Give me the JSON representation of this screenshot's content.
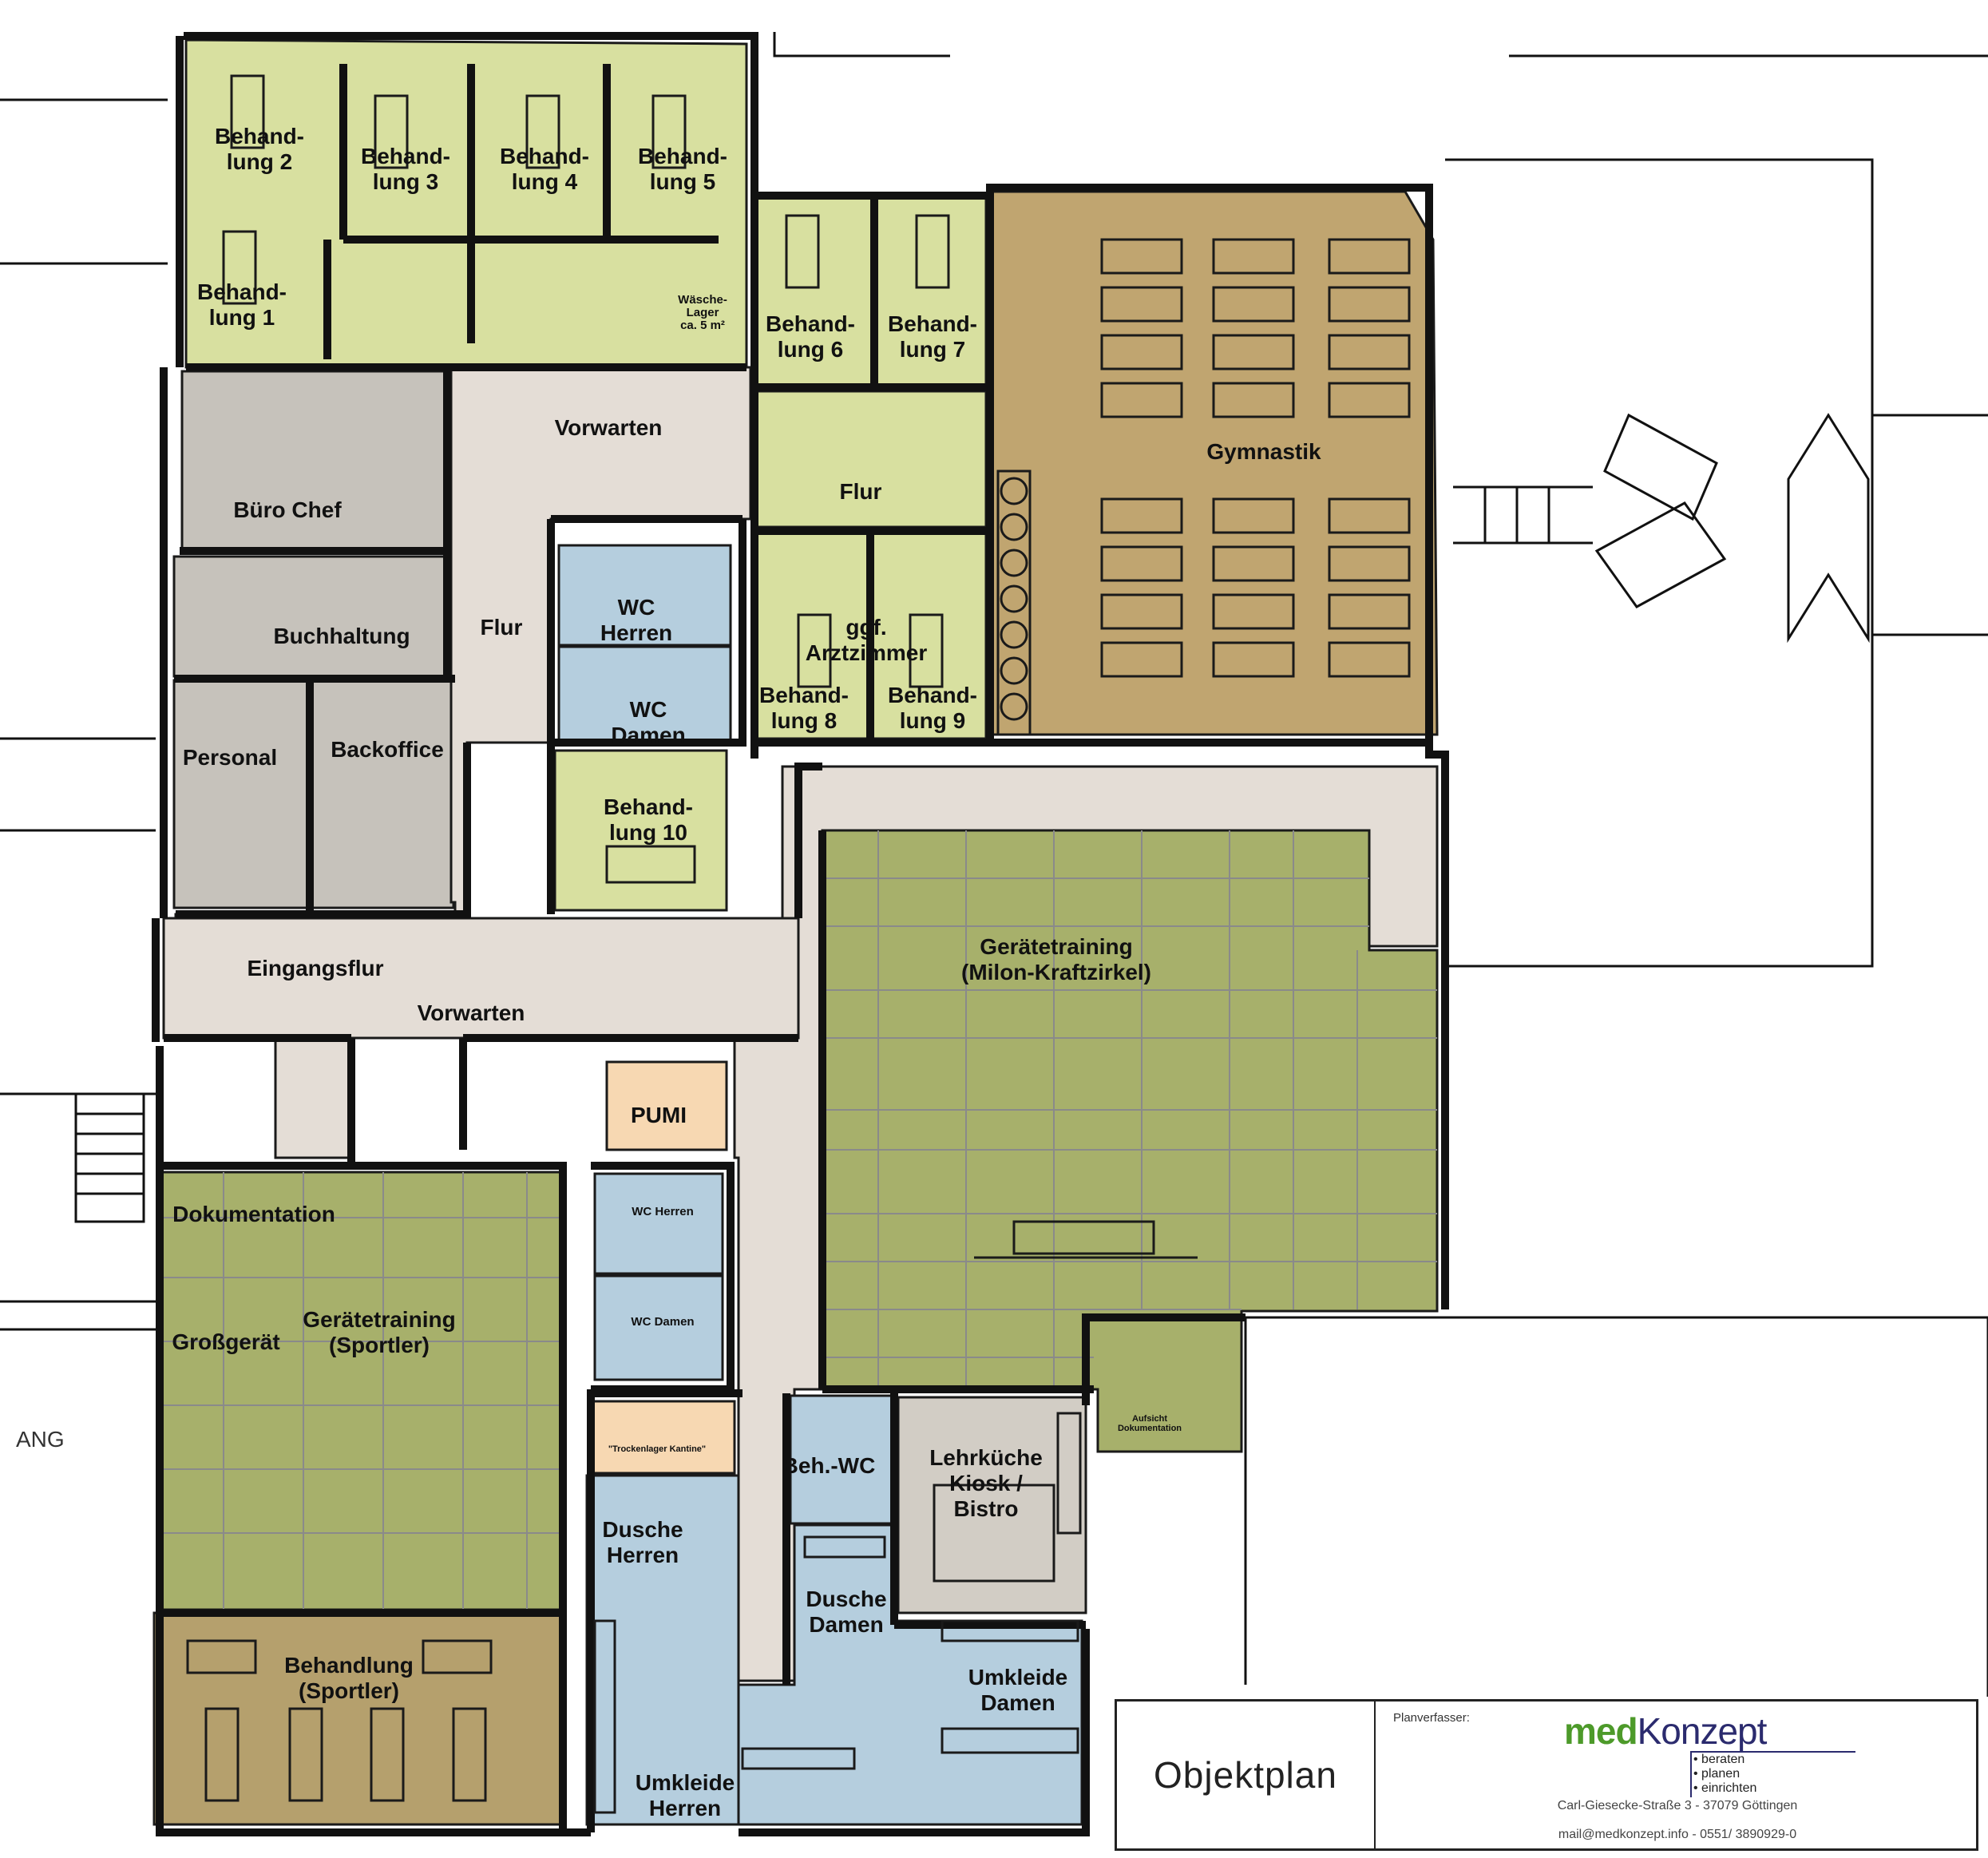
{
  "colors": {
    "treatment": "#d8e0a0",
    "gym_brown": "#c0a570",
    "training_green": "#a7b06b",
    "office_grey": "#c6c2bb",
    "corridor": "#e4ddd6",
    "sanitary_blue": "#b5cede",
    "peach": "#f7d8b2",
    "kitchen": "#d2cdc5"
  },
  "rooms": {
    "behandlung_2": [
      "Behand-",
      "lung 2"
    ],
    "behandlung_3": [
      "Behand-",
      "lung 3"
    ],
    "behandlung_4": [
      "Behand-",
      "lung 4"
    ],
    "behandlung_5": [
      "Behand-",
      "lung 5"
    ],
    "behandlung_1": [
      "Behand-",
      "lung 1"
    ],
    "waeschelager": [
      "Wäsche-",
      "Lager",
      "ca. 5 m²"
    ],
    "behandlung_6": [
      "Behand-",
      "lung 6"
    ],
    "behandlung_7": [
      "Behand-",
      "lung 7"
    ],
    "gymnastik": "Gymnastik",
    "vorwarten_top": "Vorwarten",
    "flur_right": "Flur",
    "buero_chef": "Büro Chef",
    "buchhaltung": "Buchhaltung",
    "flur_main": "Flur",
    "wc_herren": [
      "WC",
      "Herren"
    ],
    "wc_damen": [
      "WC",
      "Damen"
    ],
    "arztzimmer": [
      "ggf.",
      "Arztzimmer"
    ],
    "behandlung_8": [
      "Behand-",
      "lung 8"
    ],
    "behandlung_9": [
      "Behand-",
      "lung 9"
    ],
    "personal": "Personal",
    "backoffice": "Backoffice",
    "behandlung_10": [
      "Behand-",
      "lung 10"
    ],
    "geraetetraining_milon": [
      "Gerätetraining",
      "(Milon-Kraftzirkel)"
    ],
    "eingangsflur": "Eingangsflur",
    "vorwarten_bottom": "Vorwarten",
    "pumi": "PUMI",
    "dokumentation": "Dokumentation",
    "wc_herren_small": "WC Herren",
    "wc_damen_small": "WC Damen",
    "grossgeraet": "Großgerät",
    "geraetetraining_sportler": [
      "Gerätetraining",
      "(Sportler)"
    ],
    "aufsicht": [
      "Aufsicht",
      "Dokumentation"
    ],
    "trockenlager": "\"Trockenlager Kantine\"",
    "beh_wc": "Beh.-WC",
    "lehrkueche": [
      "Lehrküche",
      "Kiosk /",
      "Bistro"
    ],
    "dusche_herren": [
      "Dusche",
      "Herren"
    ],
    "dusche_damen": [
      "Dusche",
      "Damen"
    ],
    "umkleide_damen": [
      "Umkleide",
      "Damen"
    ],
    "behandlung_sportler": [
      "Behandlung",
      "(Sportler)"
    ],
    "umkleide_herren": [
      "Umkleide",
      "Herren"
    ],
    "ext_label": "ANG"
  },
  "titleblock": {
    "title": "Objektplan",
    "planner_label": "Planverfasser:",
    "brand_med": "med",
    "brand_konzept": "Konzept",
    "tagline": [
      "beraten",
      "planen",
      "einrichten"
    ],
    "address": "Carl-Giesecke-Straße 3 -  37079 Göttingen",
    "contact": "mail@medkonzept.info  -  0551/ 3890929-0"
  }
}
